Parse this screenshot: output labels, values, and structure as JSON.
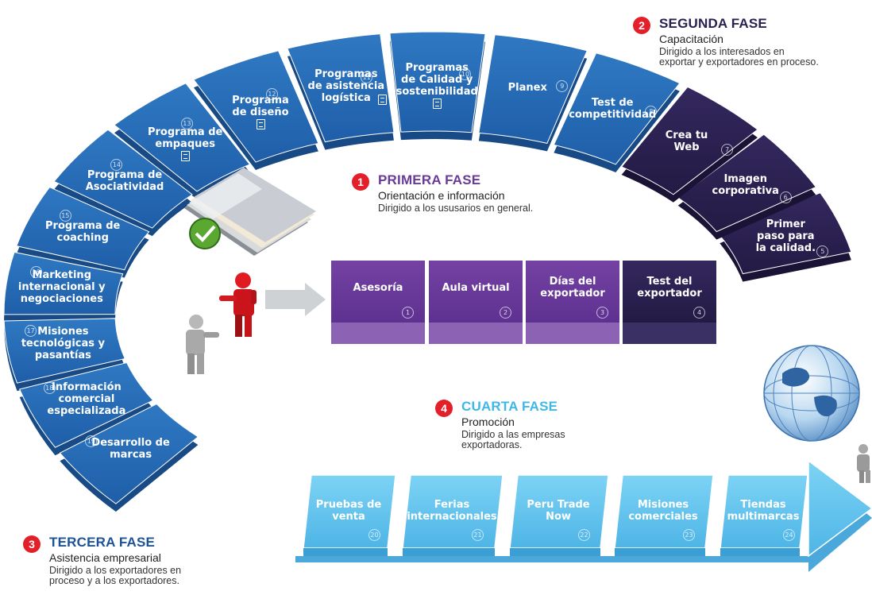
{
  "phases": {
    "primera": {
      "number": "1",
      "title": "PRIMERA FASE",
      "subtitle": "Orientación e información",
      "description": "Dirigido a los ususarios en general."
    },
    "segunda": {
      "number": "2",
      "title": "SEGUNDA FASE",
      "subtitle": "Capacitación",
      "description": "Dirigido a los interesados en\nexportar y exportadores en proceso."
    },
    "tercera": {
      "number": "3",
      "title": "TERCERA FASE",
      "subtitle": "Asistencia empresarial",
      "description": "Dirigido a los exportadores en\nproceso y a los exportadores."
    },
    "cuarta": {
      "number": "4",
      "title": "CUARTA FASE",
      "subtitle": "Promoción",
      "description": "Dirigido a las empresas\nexportadoras."
    }
  },
  "primera_boxes": [
    {
      "label": "Asesoría",
      "num": "1"
    },
    {
      "label": "Aula virtual",
      "num": "2"
    },
    {
      "label": "Días del\nexportador",
      "num": "3"
    },
    {
      "label": "Test del\nexportador",
      "num": "4"
    }
  ],
  "ring_segments": [
    {
      "label": "Primer\npaso para\nla calidad.",
      "num": "5"
    },
    {
      "label": "Imagen\ncorporativa",
      "num": "6"
    },
    {
      "label": "Crea tu\nWeb",
      "num": "7"
    },
    {
      "label": "Test de\ncompetitividad",
      "num": "8"
    },
    {
      "label": "Planex",
      "num": "9"
    },
    {
      "label": "Programas\nde Calidad y\nsostenibilidad",
      "num": "10"
    },
    {
      "label": "Programas\nde asistencia\nlogística",
      "num": "11"
    },
    {
      "label": "Programa\nde diseño",
      "num": "12"
    },
    {
      "label": "Programa de\nempaques",
      "num": "13"
    },
    {
      "label": "Programa de\nAsociatividad",
      "num": "14"
    },
    {
      "label": "Programa de\ncoaching",
      "num": "15"
    },
    {
      "label": "Marketing\ninternacional y\nnegociaciones",
      "num": "16"
    },
    {
      "label": "Misiones\ntecnológicas y\npasantías",
      "num": "17"
    },
    {
      "label": "Información\ncomercial\nespecializada",
      "num": "18"
    },
    {
      "label": "Desarrollo de\nmarcas",
      "num": "19"
    }
  ],
  "arrow_segments": [
    {
      "label": "Pruebas de\nventa",
      "num": "20"
    },
    {
      "label": "Ferias\ninternacionales",
      "num": "21"
    },
    {
      "label": "Peru Trade\nNow",
      "num": "22"
    },
    {
      "label": "Misiones\ncomerciales",
      "num": "23"
    },
    {
      "label": "Tiendas\nmultimarcas",
      "num": "24"
    }
  ],
  "illustrations": {
    "documents": "document-check-icon",
    "people": "people-pointing-icon",
    "globe": "globe-icon",
    "arrow": "flow-arrow-icon"
  },
  "colors": {
    "blue": "#2a6fb7",
    "blue_dark": "#1d5396",
    "navy": "#2b2150",
    "purple": "#6a3a98",
    "light_blue": "#66c6ee",
    "red": "#e3202a",
    "cuarta_title": "#3fb7e8"
  }
}
